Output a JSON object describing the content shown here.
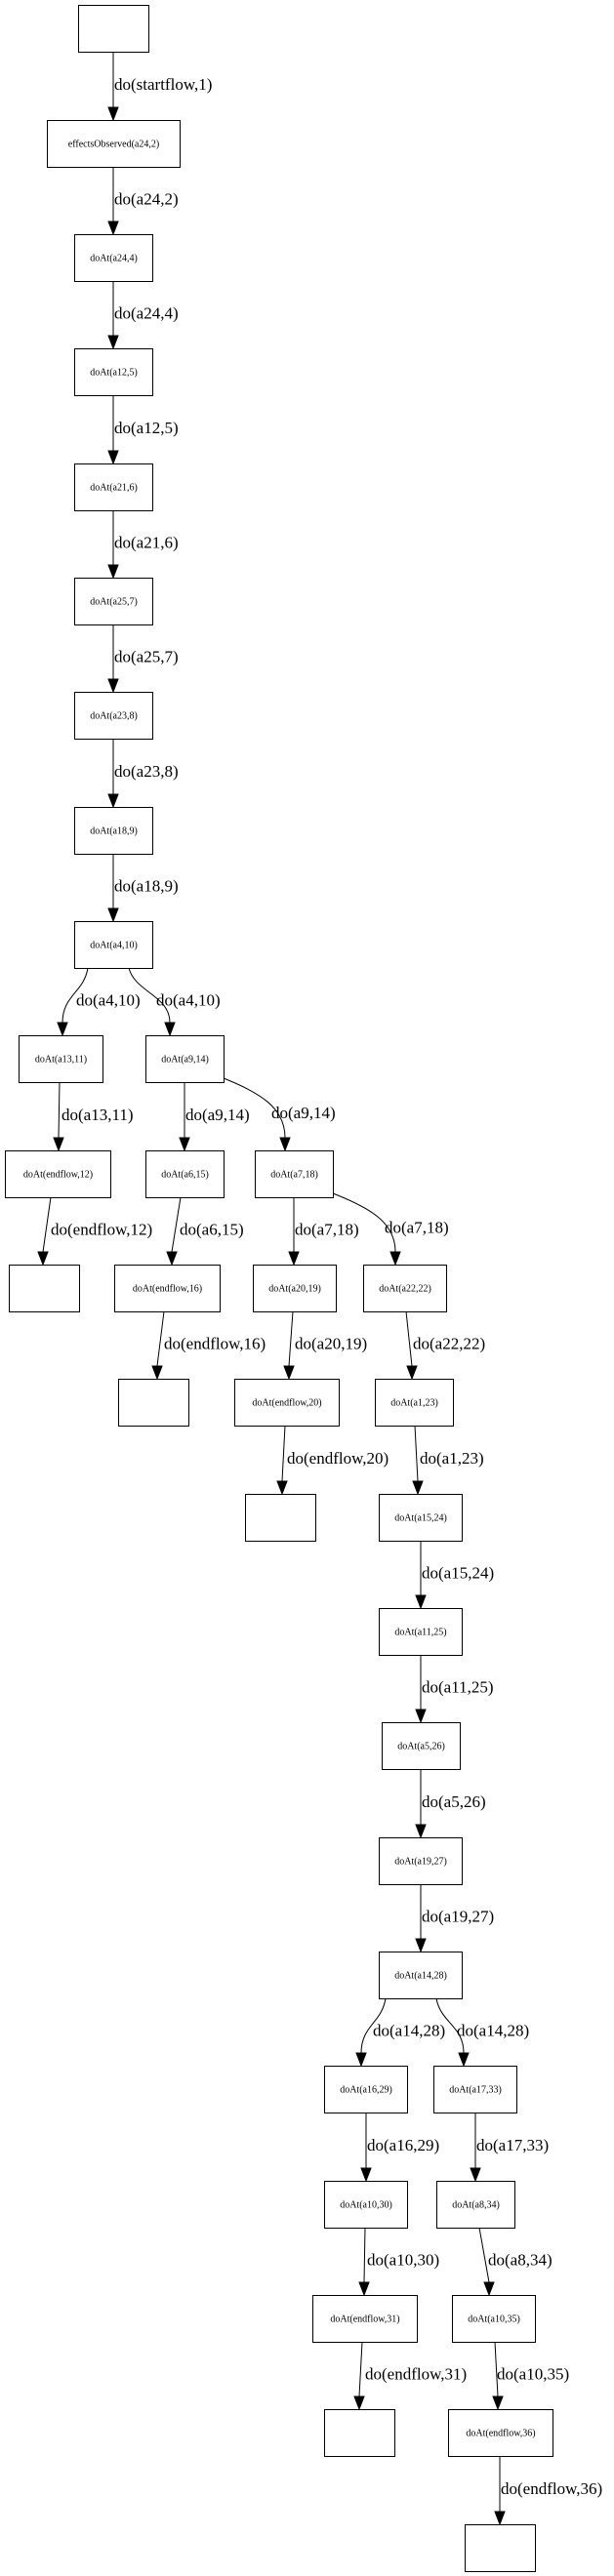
{
  "diagram": {
    "type": "directed-graph",
    "nodes": [
      {
        "id": "start",
        "label": ""
      },
      {
        "id": "n2",
        "label": "effectsObserved(a24,2)"
      },
      {
        "id": "n4",
        "label": "doAt(a24,4)"
      },
      {
        "id": "n5",
        "label": "doAt(a12,5)"
      },
      {
        "id": "n6",
        "label": "doAt(a21,6)"
      },
      {
        "id": "n7",
        "label": "doAt(a25,7)"
      },
      {
        "id": "n8",
        "label": "doAt(a23,8)"
      },
      {
        "id": "n9",
        "label": "doAt(a18,9)"
      },
      {
        "id": "n10",
        "label": "doAt(a4,10)"
      },
      {
        "id": "n11",
        "label": "doAt(a13,11)"
      },
      {
        "id": "n14",
        "label": "doAt(a9,14)"
      },
      {
        "id": "n12",
        "label": "doAt(endflow,12)"
      },
      {
        "id": "n15",
        "label": "doAt(a6,15)"
      },
      {
        "id": "n18",
        "label": "doAt(a7,18)"
      },
      {
        "id": "end12",
        "label": ""
      },
      {
        "id": "n16",
        "label": "doAt(endflow,16)"
      },
      {
        "id": "n19",
        "label": "doAt(a20,19)"
      },
      {
        "id": "n22",
        "label": "doAt(a22,22)"
      },
      {
        "id": "end16",
        "label": ""
      },
      {
        "id": "n20",
        "label": "doAt(endflow,20)"
      },
      {
        "id": "n23",
        "label": "doAt(a1,23)"
      },
      {
        "id": "end20",
        "label": ""
      },
      {
        "id": "n24",
        "label": "doAt(a15,24)"
      },
      {
        "id": "n25",
        "label": "doAt(a11,25)"
      },
      {
        "id": "n26",
        "label": "doAt(a5,26)"
      },
      {
        "id": "n27",
        "label": "doAt(a19,27)"
      },
      {
        "id": "n28",
        "label": "doAt(a14,28)"
      },
      {
        "id": "n29",
        "label": "doAt(a16,29)"
      },
      {
        "id": "n33",
        "label": "doAt(a17,33)"
      },
      {
        "id": "n30",
        "label": "doAt(a10,30)"
      },
      {
        "id": "n34",
        "label": "doAt(a8,34)"
      },
      {
        "id": "n31",
        "label": "doAt(endflow,31)"
      },
      {
        "id": "n35",
        "label": "doAt(a10,35)"
      },
      {
        "id": "end31",
        "label": ""
      },
      {
        "id": "n36",
        "label": "doAt(endflow,36)"
      },
      {
        "id": "end36",
        "label": ""
      }
    ],
    "edges": [
      {
        "from": "start",
        "to": "n2",
        "label": "do(startflow,1)"
      },
      {
        "from": "n2",
        "to": "n4",
        "label": "do(a24,2)"
      },
      {
        "from": "n4",
        "to": "n5",
        "label": "do(a24,4)"
      },
      {
        "from": "n5",
        "to": "n6",
        "label": "do(a12,5)"
      },
      {
        "from": "n6",
        "to": "n7",
        "label": "do(a21,6)"
      },
      {
        "from": "n7",
        "to": "n8",
        "label": "do(a25,7)"
      },
      {
        "from": "n8",
        "to": "n9",
        "label": "do(a23,8)"
      },
      {
        "from": "n9",
        "to": "n10",
        "label": "do(a18,9)"
      },
      {
        "from": "n10",
        "to": "n11",
        "label": "do(a4,10)"
      },
      {
        "from": "n10",
        "to": "n14",
        "label": "do(a4,10)"
      },
      {
        "from": "n11",
        "to": "n12",
        "label": "do(a13,11)"
      },
      {
        "from": "n14",
        "to": "n15",
        "label": "do(a9,14)"
      },
      {
        "from": "n14",
        "to": "n18",
        "label": "do(a9,14)"
      },
      {
        "from": "n12",
        "to": "end12",
        "label": "do(endflow,12)"
      },
      {
        "from": "n15",
        "to": "n16",
        "label": "do(a6,15)"
      },
      {
        "from": "n18",
        "to": "n19",
        "label": "do(a7,18)"
      },
      {
        "from": "n18",
        "to": "n22",
        "label": "do(a7,18)"
      },
      {
        "from": "n16",
        "to": "end16",
        "label": "do(endflow,16)"
      },
      {
        "from": "n19",
        "to": "n20",
        "label": "do(a20,19)"
      },
      {
        "from": "n22",
        "to": "n23",
        "label": "do(a22,22)"
      },
      {
        "from": "n20",
        "to": "end20",
        "label": "do(endflow,20)"
      },
      {
        "from": "n23",
        "to": "n24",
        "label": "do(a1,23)"
      },
      {
        "from": "n24",
        "to": "n25",
        "label": "do(a15,24)"
      },
      {
        "from": "n25",
        "to": "n26",
        "label": "do(a11,25)"
      },
      {
        "from": "n26",
        "to": "n27",
        "label": "do(a5,26)"
      },
      {
        "from": "n27",
        "to": "n28",
        "label": "do(a19,27)"
      },
      {
        "from": "n28",
        "to": "n29",
        "label": "do(a14,28)"
      },
      {
        "from": "n28",
        "to": "n33",
        "label": "do(a14,28)"
      },
      {
        "from": "n29",
        "to": "n30",
        "label": "do(a16,29)"
      },
      {
        "from": "n33",
        "to": "n34",
        "label": "do(a17,33)"
      },
      {
        "from": "n30",
        "to": "n31",
        "label": "do(a10,30)"
      },
      {
        "from": "n34",
        "to": "n35",
        "label": "do(a8,34)"
      },
      {
        "from": "n31",
        "to": "end31",
        "label": "do(endflow,31)"
      },
      {
        "from": "n35",
        "to": "n36",
        "label": "do(a10,35)"
      },
      {
        "from": "n36",
        "to": "end36",
        "label": "do(endflow,36)"
      }
    ]
  }
}
